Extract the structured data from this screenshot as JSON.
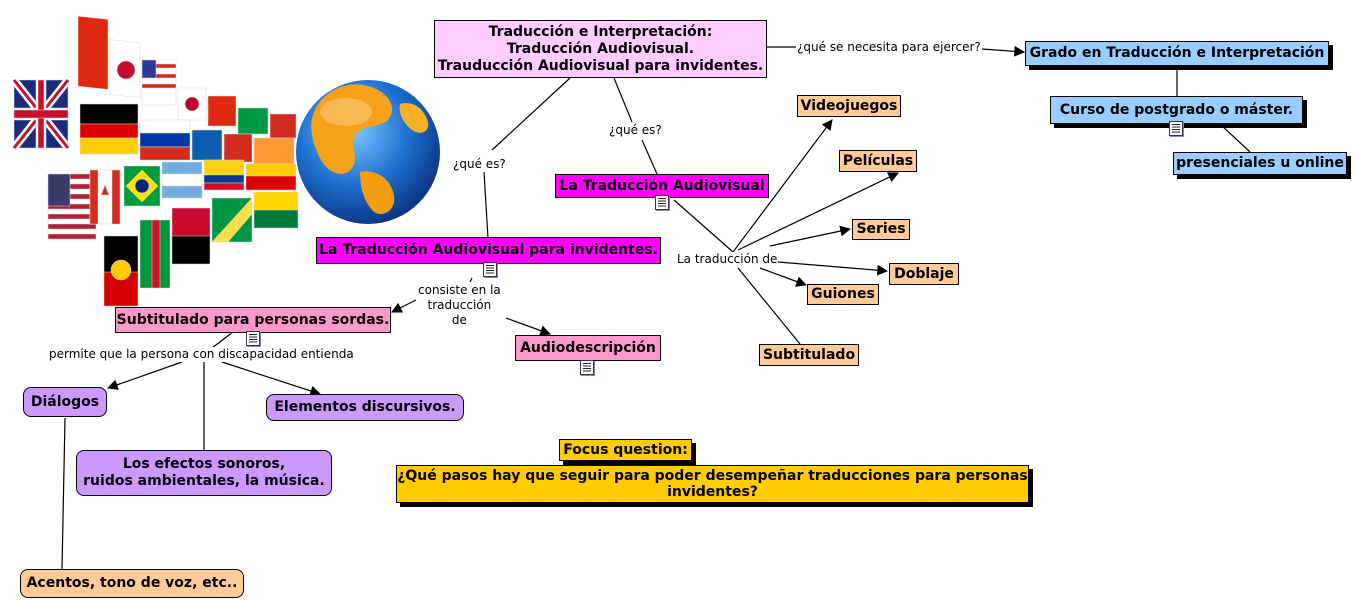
{
  "nodes": {
    "main": "Traducción e Interpretación:\nTraducción Audiovisual.\nTrauducción Audiovisual para invidentes.",
    "grado": "Grado en Traducción e Interpretación",
    "curso": "Curso de  postgrado o máster.",
    "presenciales": "presenciales u online",
    "tav": "La Traducción Audiovisual",
    "tav_inv": "La Traducción Audiovisual para invidentes.",
    "sps": "Subtitulado para personas sordas.",
    "audiodesc": "Audiodescripción",
    "videojuegos": "Videojuegos",
    "peliculas": "Películas",
    "series": "Series",
    "doblaje": "Doblaje",
    "guiones": "Guiones",
    "subtitulado": "Subtitulado",
    "dialogos": "Diálogos",
    "elementos": "Elementos discursivos.",
    "efectos": "Los efectos sonoros,\nruidos ambientales, la música.",
    "acentos": "Acentos, tono de voz, etc..",
    "focus_label": "Focus question:",
    "focus_q": "¿Qué pasos hay que seguir para poder desempeñar traducciones para personas\ninvidentes?"
  },
  "links": {
    "necesita": "¿qué se necesita para ejercer?",
    "que_es_1": "¿qué es?",
    "que_es_2": "¿qué es?",
    "traduccion_de": "La traducción de",
    "consiste": "consiste en la\ntraducción\nde",
    "permite": "permite que la persona con discapacidad entienda"
  },
  "colors": {
    "pink": "#ff99cc",
    "magenta": "#ff00ff",
    "light_pink": "#ffccff",
    "peach": "#ffcc99",
    "blue": "#99ccff",
    "purple": "#cc99ff",
    "gold": "#ffcc00"
  },
  "icons": [
    "globe-flags-image",
    "document-icon"
  ]
}
